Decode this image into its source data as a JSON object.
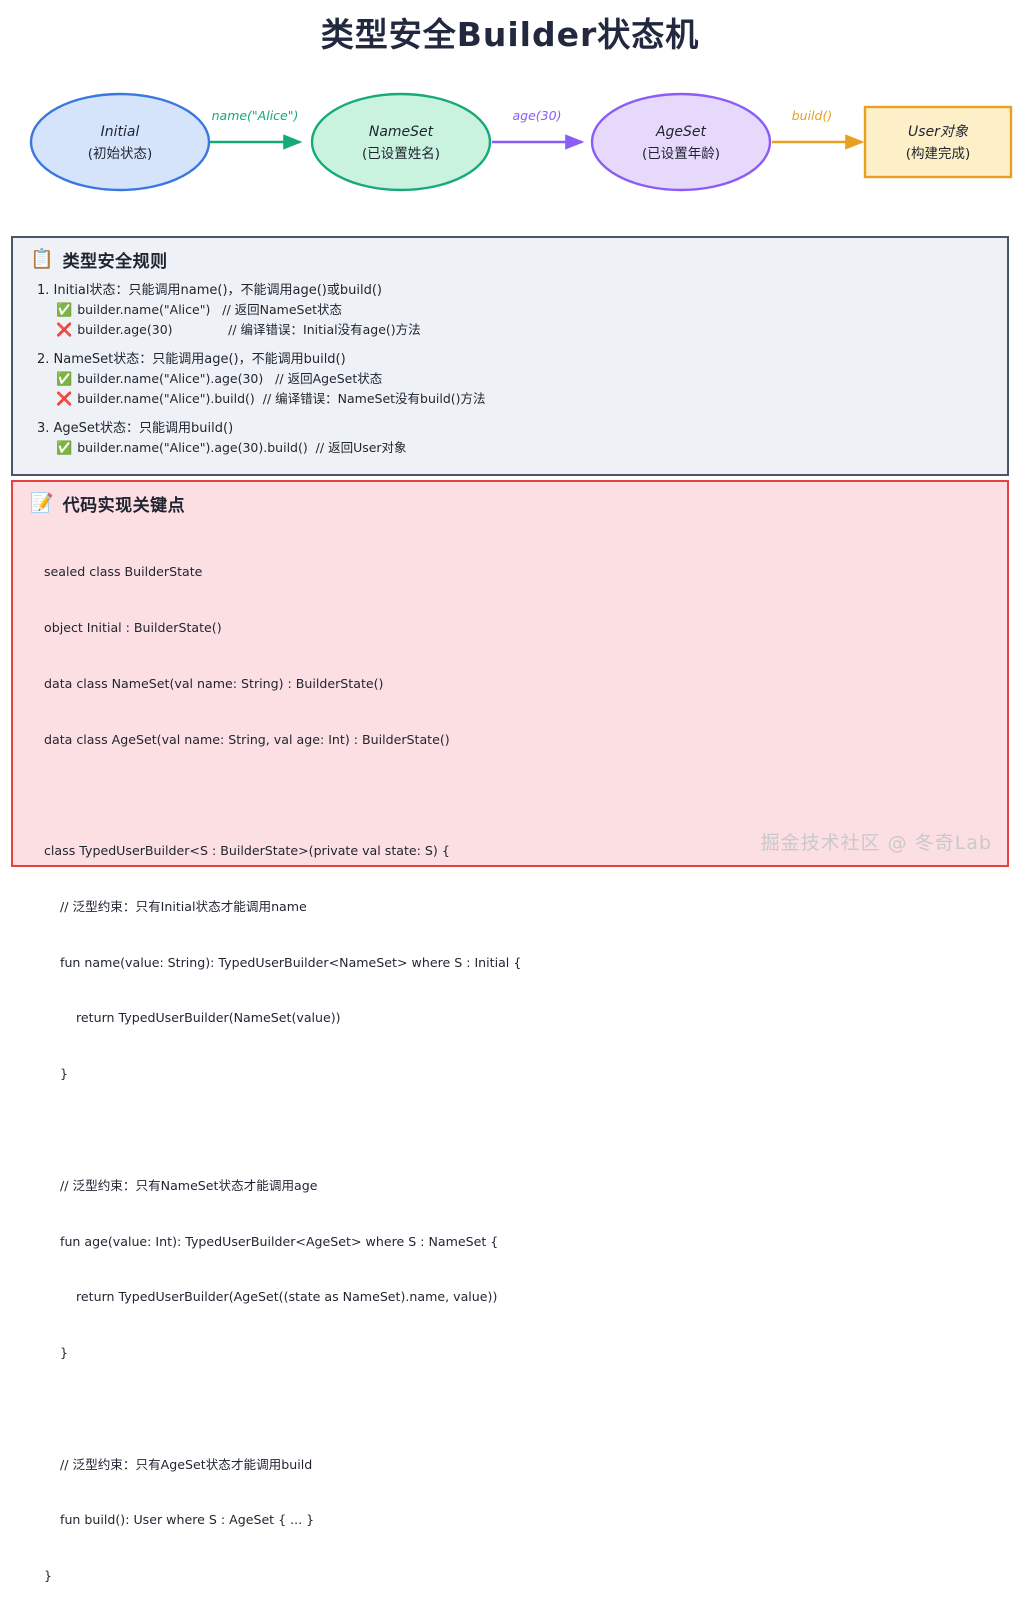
{
  "page": {
    "title": "类型安全Builder状态机",
    "watermark": "掘金技术社区 @ 冬奇Lab"
  },
  "colors": {
    "title": "#22293f",
    "initial_fill": "#d6e4fb",
    "initial_stroke": "#3b77e0",
    "nameset_fill": "#c9f2df",
    "nameset_stroke": "#16a97a",
    "ageset_fill": "#e6d9fb",
    "ageset_stroke": "#8b5cf6",
    "user_fill": "#fdefc8",
    "user_stroke": "#e8a020",
    "edge_name": "#16a97a",
    "edge_age": "#8b5cf6",
    "edge_build": "#e8a020",
    "rules_border": "#4a5568",
    "rules_bg": "#eef1f6",
    "code_border": "#e8413f",
    "code_bg": "#fbdfe2"
  },
  "diagram": {
    "nodes": [
      {
        "id": "initial",
        "shape": "ellipse",
        "name": "Initial",
        "sub": "(初始状态)"
      },
      {
        "id": "nameset",
        "shape": "ellipse",
        "name": "NameSet",
        "sub": "(已设置姓名)"
      },
      {
        "id": "ageset",
        "shape": "ellipse",
        "name": "AgeSet",
        "sub": "(已设置年龄)"
      },
      {
        "id": "user",
        "shape": "rect",
        "name": "User对象",
        "sub": "(构建完成)"
      }
    ],
    "edges": [
      {
        "id": "edge-name",
        "label": "name(\"Alice\")",
        "from": "initial",
        "to": "nameset"
      },
      {
        "id": "edge-age",
        "label": "age(30)",
        "from": "nameset",
        "to": "ageset"
      },
      {
        "id": "edge-build",
        "label": "build()",
        "from": "ageset",
        "to": "user"
      }
    ]
  },
  "rules_panel": {
    "icon": "📋",
    "title": "类型安全规则",
    "groups": [
      {
        "head": "1. Initial状态：只能调用name()，不能调用age()或build()",
        "lines": [
          {
            "mark": "✅",
            "code": "builder.name(\"Alice\")   // 返回NameSet状态"
          },
          {
            "mark": "❌",
            "code": "builder.age(30)              // 编译错误：Initial没有age()方法"
          }
        ]
      },
      {
        "head": "2. NameSet状态：只能调用age()，不能调用build()",
        "lines": [
          {
            "mark": "✅",
            "code": "builder.name(\"Alice\").age(30)   // 返回AgeSet状态"
          },
          {
            "mark": "❌",
            "code": "builder.name(\"Alice\").build()  // 编译错误：NameSet没有build()方法"
          }
        ]
      },
      {
        "head": "3. AgeSet状态：只能调用build()",
        "lines": [
          {
            "mark": "✅",
            "code": "builder.name(\"Alice\").age(30).build()  // 返回User对象"
          }
        ]
      }
    ]
  },
  "code_panel": {
    "icon": "📝",
    "title": "代码实现关键点",
    "lines": [
      "sealed class BuilderState",
      "object Initial : BuilderState()",
      "data class NameSet(val name: String) : BuilderState()",
      "data class AgeSet(val name: String, val age: Int) : BuilderState()",
      "",
      "class TypedUserBuilder<S : BuilderState>(private val state: S) {",
      "    // 泛型约束：只有Initial状态才能调用name",
      "    fun name(value: String): TypedUserBuilder<NameSet> where S : Initial {",
      "        return TypedUserBuilder(NameSet(value))",
      "    }",
      "",
      "    // 泛型约束：只有NameSet状态才能调用age",
      "    fun age(value: Int): TypedUserBuilder<AgeSet> where S : NameSet {",
      "        return TypedUserBuilder(AgeSet((state as NameSet).name, value))",
      "    }",
      "",
      "    // 泛型约束：只有AgeSet状态才能调用build",
      "    fun build(): User where S : AgeSet { ... }",
      "}"
    ]
  }
}
